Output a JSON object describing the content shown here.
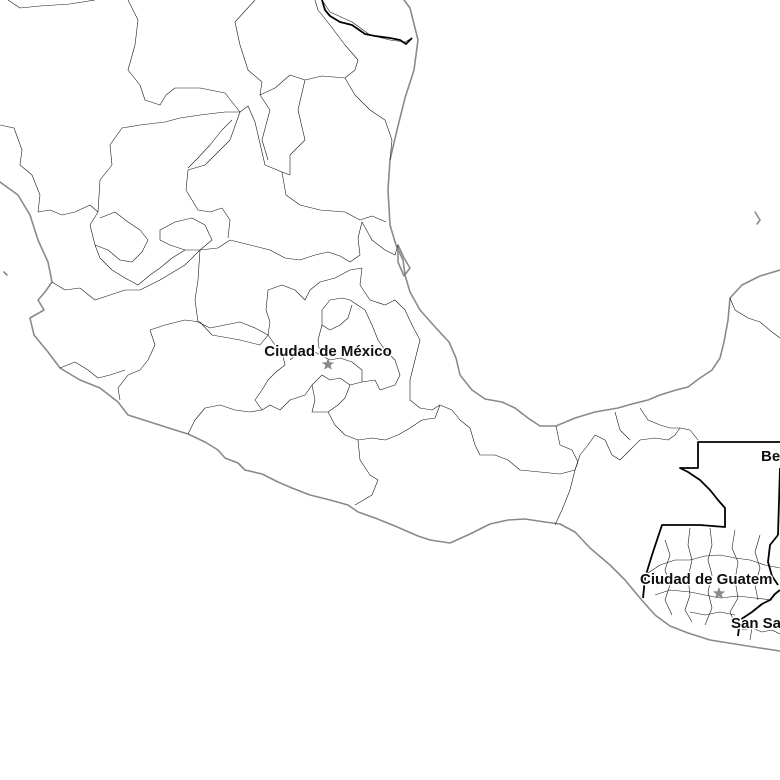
{
  "map": {
    "labels": {
      "mexico_city": "Ciudad de México",
      "guatemala_city": "Ciudad de Guatem",
      "san_salvador": "San Sa",
      "belize": "Be"
    },
    "colors": {
      "background": "#ffffff",
      "coastline": "#8a8a8a",
      "admin_boundary": "#1a1a1a",
      "country_border": "#000000",
      "capital_marker": "#8a8a8a"
    },
    "icons": {
      "capital": "star-icon"
    }
  }
}
